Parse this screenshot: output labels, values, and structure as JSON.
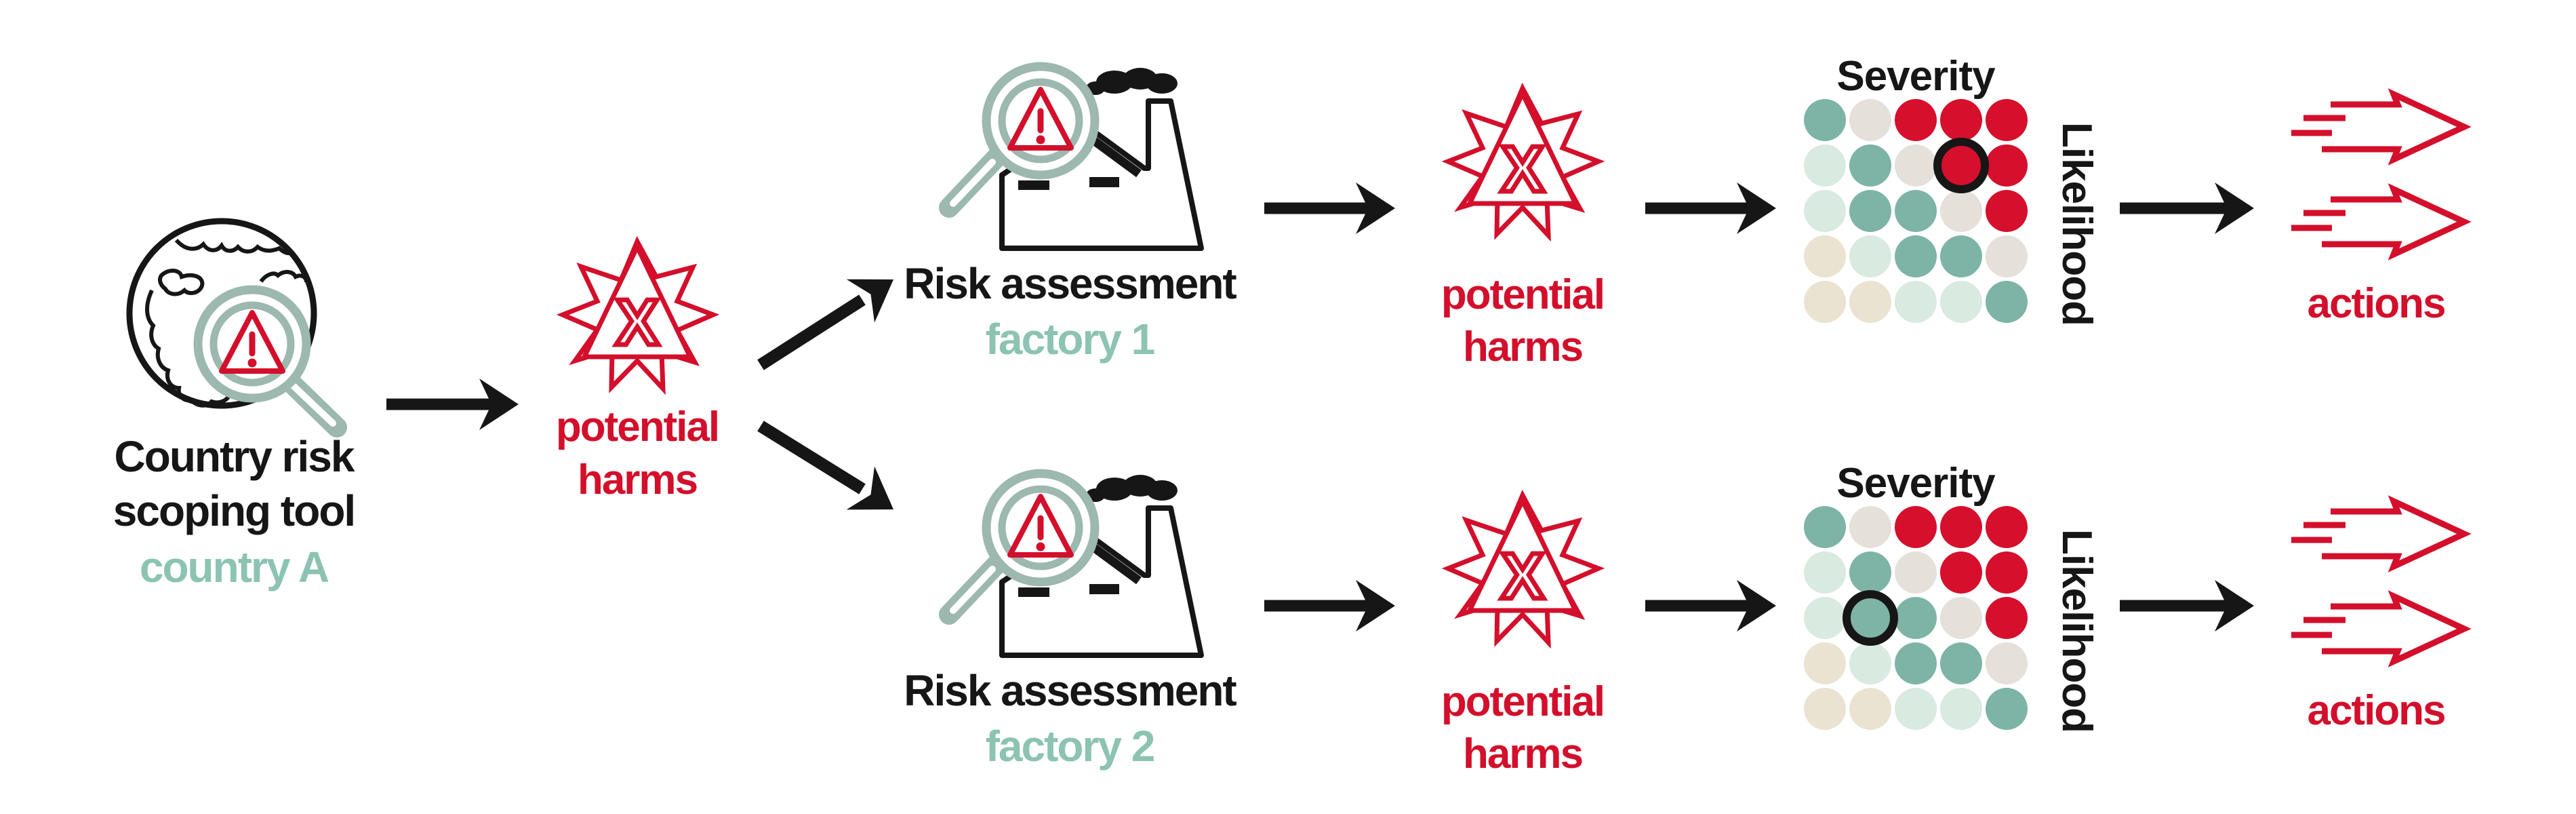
{
  "palette": {
    "ink": "#161616",
    "red": "#d30f2b",
    "teal-text": "#8cc3b2",
    "teal-icon": "#9cb8af",
    "dot-teal": "#7db4a6",
    "dot-mint": "#d9eae0",
    "dot-gray": "#e5e0da",
    "dot-cream": "#eae3d2",
    "dot-red": "#d60f2c"
  },
  "nodes": {
    "scoping": {
      "title_line1": "Country risk",
      "title_line2": "scoping tool",
      "subtitle": "country A"
    },
    "harms_root": {
      "line1": "potential",
      "line2": "harms",
      "mark": "X"
    },
    "assessment1": {
      "title": "Risk assessment",
      "subtitle": "factory 1"
    },
    "assessment2": {
      "title": "Risk assessment",
      "subtitle": "factory 2"
    },
    "harms1": {
      "line1": "potential",
      "line2": "harms",
      "mark": "X"
    },
    "harms2": {
      "line1": "potential",
      "line2": "harms",
      "mark": "X"
    },
    "actions1": {
      "label": "actions"
    },
    "actions2": {
      "label": "actions"
    }
  },
  "matrices": {
    "matrix1": {
      "x_axis": "Severity",
      "y_axis": "Likelihood",
      "grid": [
        [
          "teal",
          "gray",
          "red",
          "red",
          "red"
        ],
        [
          "mint",
          "teal",
          "gray",
          "red",
          "red"
        ],
        [
          "mint",
          "teal",
          "teal",
          "gray",
          "red"
        ],
        [
          "cream",
          "mint",
          "teal",
          "teal",
          "gray"
        ],
        [
          "cream",
          "cream",
          "mint",
          "mint",
          "teal"
        ]
      ],
      "highlight": {
        "row": 1,
        "col": 3
      }
    },
    "matrix2": {
      "x_axis": "Severity",
      "y_axis": "Likelihood",
      "grid": [
        [
          "teal",
          "gray",
          "red",
          "red",
          "red"
        ],
        [
          "mint",
          "teal",
          "gray",
          "red",
          "red"
        ],
        [
          "mint",
          "teal",
          "teal",
          "gray",
          "red"
        ],
        [
          "cream",
          "mint",
          "teal",
          "teal",
          "gray"
        ],
        [
          "cream",
          "cream",
          "mint",
          "mint",
          "teal"
        ]
      ],
      "highlight": {
        "row": 2,
        "col": 1
      }
    }
  }
}
